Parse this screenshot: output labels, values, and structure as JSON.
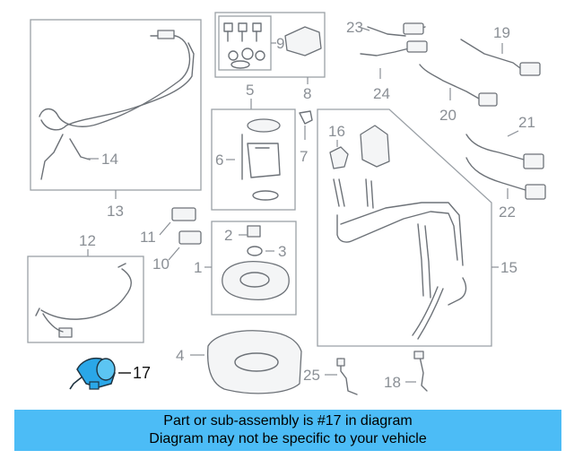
{
  "callouts": {
    "c1": "1",
    "c2": "2",
    "c3": "3",
    "c4": "4",
    "c5": "5",
    "c6": "6",
    "c7": "7",
    "c8": "8",
    "c9": "9",
    "c10": "10",
    "c11": "11",
    "c12": "12",
    "c13": "13",
    "c14": "14",
    "c15": "15",
    "c16": "16",
    "c17": "17",
    "c18": "18",
    "c19": "19",
    "c20": "20",
    "c21": "21",
    "c22": "22",
    "c23": "23",
    "c24": "24",
    "c25": "25"
  },
  "highlighted_part": "17",
  "banner": {
    "line1": "Part or sub-assembly is #17 in diagram",
    "line2": "Diagram may not be specific to your vehicle",
    "color": "#4cbcf6"
  }
}
